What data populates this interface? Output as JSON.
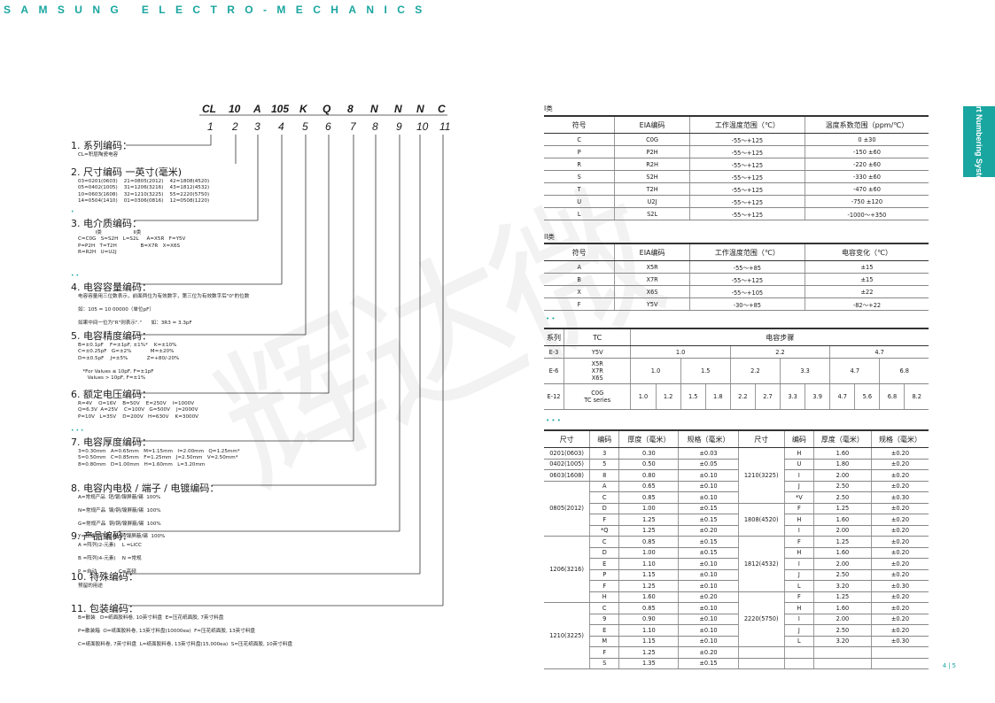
{
  "brand": "SAMSUNG ELECTRO-MECHANICS",
  "side_tab": "Part Numbering System",
  "page_numbers": [
    "4",
    "5"
  ],
  "watermark": "辉达微",
  "code": {
    "chars": [
      "CL",
      "10",
      "A",
      "105",
      "K",
      "Q",
      "8",
      "N",
      "N",
      "N",
      "C"
    ],
    "nums": [
      "1",
      "2",
      "3",
      "4",
      "5",
      "6",
      "7",
      "8",
      "9",
      "10",
      "11"
    ]
  },
  "sections": [
    {
      "title": "1. 系列编码：",
      "body": "CL=积层陶瓷电容"
    },
    {
      "title": "2. 尺寸编码 一英寸(毫米)",
      "body": "03=0201(0603)    21=0805(2012)    42=1808(4520)\n05=0402(1005)    31=1206(3216)    43=1812(4532)\n10=0603(1608)    32=1210(3225)    55=2220(5750)\n14=0504(1410)    01=0306(0816)    12=0508(1220)"
    },
    {
      "title": "3. 电介质编码：",
      "body": "           I类                    II类\nC=C0G   S=S2H   L=S2L     A=X5R   F=Y5V\nP=P2H   T=T2H               B=X7R   X=X6S\nR=R2H   U=U2J"
    },
    {
      "title": "4. 电容容量编码：",
      "body": "电容容量用三位数表示，前面两位为有效数字，第三位为有效数字后\"0\"的位数\n\n如：105 = 10 00000（单位pF）\n\n如果中间一位为\"R\"则表示\".\"      如：3R3 = 3.3pF"
    },
    {
      "title": "5. 电容精度编码：",
      "body": "B=±0.1pF    F=±1pF, ±1%*    K=±10%\nC=±0.25pF   G=±2%            M=±20%\nD=±0.5pF    J=±5%            Z=+80/-20%\n\n   *For Values ≤ 10pF, F=±1pF\n      Values > 10pF, F=±1%"
    },
    {
      "title": "6. 额定电压编码：",
      "body": "R=4V    O=16V    B=50V    E=250V    I=1000V\nQ=6.3V  A=25V    C=100V   G=500V    J=2000V\nP=10V   L=35V    D=200V   H=630V    K=3000V"
    },
    {
      "title": "7. 电容厚度编码：",
      "body": "3=0.30mm   A=0.65mm   M=1.15mm   I=2.00mm   Q=1.25mm*\n5=0.50mm   C=0.85mm   F=1.25mm   J=2.50mm   V=2.50mm*\n8=0.80mm   D=1.00mm   H=1.60mm   L=3.20mm"
    },
    {
      "title": "8. 电容内电极 / 端子 / 电镀编码：",
      "body": "A=常规产品  钯/银/镍屏蔽/锡  100%\n\nN=常规产品  镍/铜/镍屏蔽/锡  100%\n\nG=常规产品  铜/铜/镍屏蔽/锡  100%\n\nY=软端子产品  镍/铜/镍屏蔽/锡  100%"
    },
    {
      "title": "9. 产品编码：",
      "body": "A =阵列(2-元素)    L =LICC\n\nB =阵列(4-元素)    N =常规\n\nP =自动              C=高频"
    },
    {
      "title": "10. 特殊编码：",
      "body": "预留的用途"
    },
    {
      "title": "11. 包装编码：",
      "body": "B=散装   D=纸面胶料卷, 10英寸料盘  E=压花纸面胶, 7英寸料盘\n\nP=散装箱  O=纸面胶料卷, 13英寸料盘(10000ea)  F=压花纸面胶, 13英寸料盘\n\nC=纸面胶料卷, 7英寸料盘  L=纸面胶料卷, 13英寸料盘(15,000ea)  S=压花纸面胶, 10英寸料盘"
    }
  ],
  "table_i": {
    "title": "I类",
    "headers": [
      "符号",
      "EIA编码",
      "工作温度范围（℃）",
      "温度系数范围（ppm/℃）"
    ],
    "rows": [
      [
        "C",
        "C0G",
        "-55～+125",
        "0 ±30"
      ],
      [
        "P",
        "P2H",
        "-55～+125",
        "-150 ±60"
      ],
      [
        "R",
        "R2H",
        "-55～+125",
        "-220 ±60"
      ],
      [
        "S",
        "S2H",
        "-55～+125",
        "-330 ±60"
      ],
      [
        "T",
        "T2H",
        "-55～+125",
        "-470 ±60"
      ],
      [
        "U",
        "U2J",
        "-55～+125",
        "-750 ±120"
      ],
      [
        "L",
        "S2L",
        "-55～+125",
        "-1000～+350"
      ]
    ]
  },
  "table_ii": {
    "title": "II类",
    "headers": [
      "符号",
      "EIA编码",
      "工作温度范围（℃）",
      "电容变化（℃）"
    ],
    "rows": [
      [
        "A",
        "X5R",
        "-55～+85",
        "±15"
      ],
      [
        "B",
        "X7R",
        "-55～+125",
        "±15"
      ],
      [
        "X",
        "X6S",
        "-55～+105",
        "±22"
      ],
      [
        "F",
        "Y5V",
        "-30～+85",
        "-82～+22"
      ]
    ]
  },
  "table_steps": {
    "headers": [
      "系列",
      "TC",
      "电容步骤"
    ],
    "e3": {
      "series": "E-3",
      "tc": "Y5V",
      "values": [
        "1.0",
        "2.2",
        "4.7"
      ]
    },
    "e6": {
      "series": "E-6",
      "tc": "X5R\nX7R\nX6S",
      "values": [
        "1.0",
        "1.5",
        "2.2",
        "3.3",
        "4.7",
        "6.8"
      ]
    },
    "e12": {
      "series": "E-12",
      "tc": "C0G\nTC series",
      "values": [
        "1.0",
        "1.2",
        "1.5",
        "1.8",
        "2.2",
        "2.7",
        "3.3",
        "3.9",
        "4.7",
        "5.6",
        "6.8",
        "8.2"
      ]
    }
  },
  "table_thickness": {
    "headers": [
      "尺寸",
      "编码",
      "厚度（毫米）",
      "规格（毫米）",
      "尺寸",
      "编码",
      "厚度（毫米）",
      "规格（毫米）"
    ],
    "left": [
      {
        "size": "0201(0603)",
        "rows": [
          [
            "3",
            "0.30",
            "±0.03"
          ]
        ]
      },
      {
        "size": "0402(1005)",
        "rows": [
          [
            "5",
            "0.50",
            "±0.05"
          ]
        ]
      },
      {
        "size": "0603(1608)",
        "rows": [
          [
            "8",
            "0.80",
            "±0.10"
          ]
        ]
      },
      {
        "size": "0805(2012)",
        "rows": [
          [
            "A",
            "0.65",
            "±0.10"
          ],
          [
            "C",
            "0.85",
            "±0.10"
          ],
          [
            "D",
            "1.00",
            "±0.15"
          ],
          [
            "F",
            "1.25",
            "±0.15"
          ],
          [
            "*Q",
            "1.25",
            "±0.20"
          ]
        ]
      },
      {
        "size": "1206(3216)",
        "rows": [
          [
            "C",
            "0.85",
            "±0.15"
          ],
          [
            "D",
            "1.00",
            "±0.15"
          ],
          [
            "E",
            "1.10",
            "±0.10"
          ],
          [
            "P",
            "1.15",
            "±0.10"
          ],
          [
            "F",
            "1.25",
            "±0.10"
          ],
          [
            "H",
            "1.60",
            "±0.20"
          ]
        ]
      },
      {
        "size": "1210(3225)",
        "rows": [
          [
            "C",
            "0.85",
            "±0.10"
          ],
          [
            "9",
            "0.90",
            "±0.10"
          ],
          [
            "E",
            "1.10",
            "±0.10"
          ],
          [
            "M",
            "1.15",
            "±0.10"
          ],
          [
            "F",
            "1.25",
            "±0.20"
          ],
          [
            "S",
            "1.35",
            "±0.15"
          ]
        ]
      }
    ],
    "right": [
      {
        "size": "1210(3225)",
        "rows": [
          [
            "H",
            "1.60",
            "±0.20"
          ],
          [
            "U",
            "1.80",
            "±0.20"
          ],
          [
            "I",
            "2.00",
            "±0.20"
          ],
          [
            "J",
            "2.50",
            "±0.20"
          ],
          [
            "*V",
            "2.50",
            "±0.30"
          ]
        ]
      },
      {
        "size": "1808(4520)",
        "rows": [
          [
            "F",
            "1.25",
            "±0.20"
          ],
          [
            "H",
            "1.60",
            "±0.20"
          ],
          [
            "I",
            "2.00",
            "±0.20"
          ]
        ]
      },
      {
        "size": "1812(4532)",
        "rows": [
          [
            "F",
            "1.25",
            "±0.20"
          ],
          [
            "H",
            "1.60",
            "±0.20"
          ],
          [
            "I",
            "2.00",
            "±0.20"
          ],
          [
            "J",
            "2.50",
            "±0.20"
          ],
          [
            "L",
            "3.20",
            "±0.30"
          ]
        ]
      },
      {
        "size": "2220(5750)",
        "rows": [
          [
            "F",
            "1.25",
            "±0.20"
          ],
          [
            "H",
            "1.60",
            "±0.20"
          ],
          [
            "I",
            "2.00",
            "±0.20"
          ],
          [
            "J",
            "2.50",
            "±0.20"
          ],
          [
            "L",
            "3.20",
            "±0.30"
          ]
        ]
      }
    ]
  }
}
